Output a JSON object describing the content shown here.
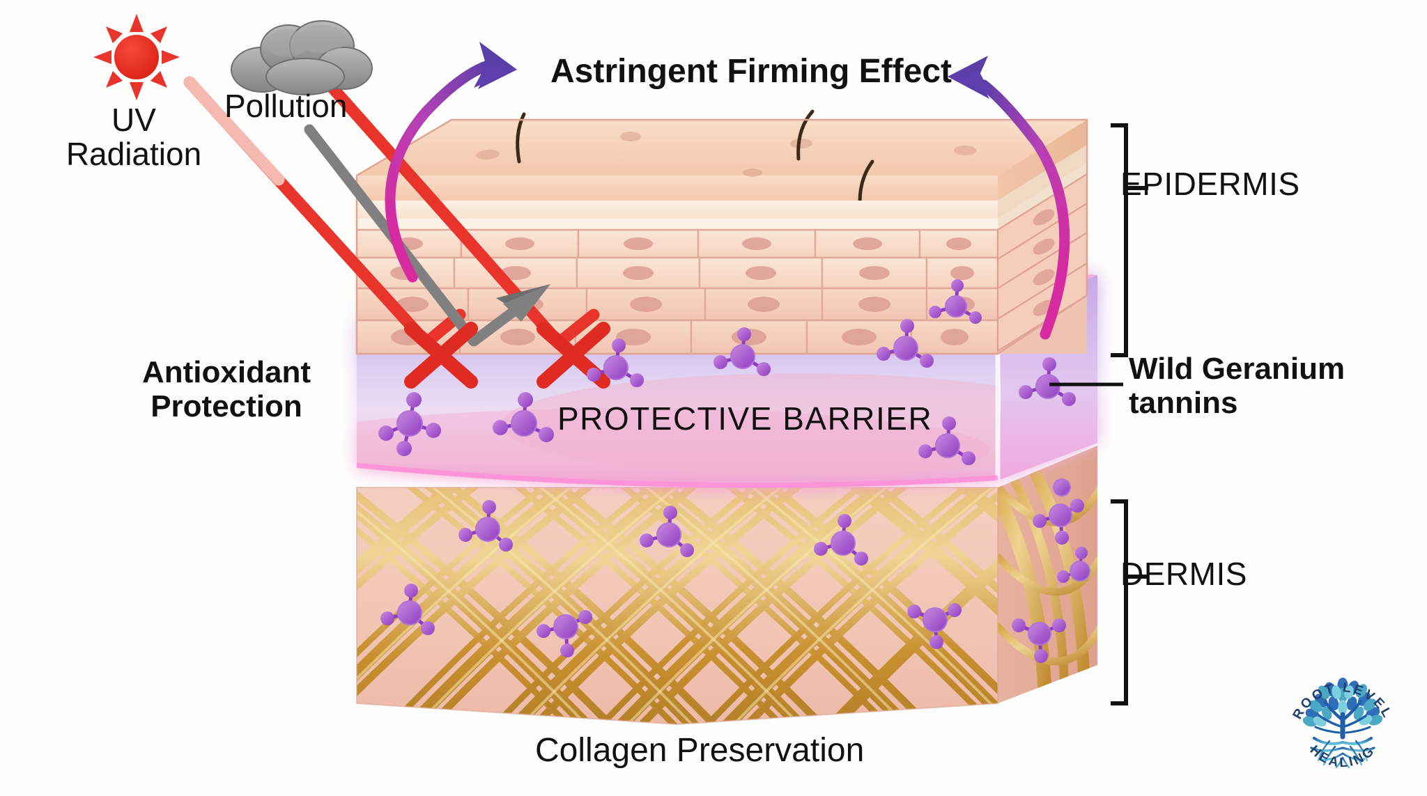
{
  "diagram": {
    "title": "Wild Geranium tannins skin protection cross-section",
    "background_color": "#fdfdfc"
  },
  "labels": {
    "uv_radiation": "UV\nRadiation",
    "pollution": "Pollution",
    "astringent_firming_effect": "Astringent Firming Effect",
    "epidermis": "EPIDERMIS",
    "dermis": "DERMIS",
    "wild_geranium_tannins": "Wild Geranium\ntannins",
    "antioxidant_protection": "Antioxidant\nProtection",
    "protective_barrier": "PROTECTIVE BARRIER",
    "collagen_preservation": "Collagen Preservation"
  },
  "logo": {
    "top_text": "ROOT LEVEL",
    "bottom_text": "HEALING",
    "icon": "tree-of-life"
  },
  "icons": {
    "sun": "sun-icon",
    "cloud": "cloud-icon",
    "blocked_marks": [
      "x-mark-uv-left",
      "x-mark-uv-right"
    ],
    "molecule": "tannin-molecule-icon"
  },
  "colors": {
    "uv_ray": "#e8342b",
    "pollution_ray": "#808080",
    "block_x": "#e02b22",
    "arrow_start": "#e0259b",
    "arrow_end": "#5b3fa8",
    "barrier_purple": "#c9a9e8",
    "barrier_pink": "#f09fe0",
    "epidermis_skin": "#f5d2ba",
    "epidermis_cell": "#f6cfc2",
    "collagen_fiber": "#c8922f",
    "dermis_base": "#f0c8bb",
    "molecule_purple": "#a855d0",
    "text": "#111111",
    "logo_blue": "#1f5fa9"
  },
  "counts": {
    "barrier_molecules": 8,
    "dermis_molecules": 10,
    "hair_follicles": 3,
    "deflection_x_marks": 2,
    "curved_arrows": 2
  }
}
